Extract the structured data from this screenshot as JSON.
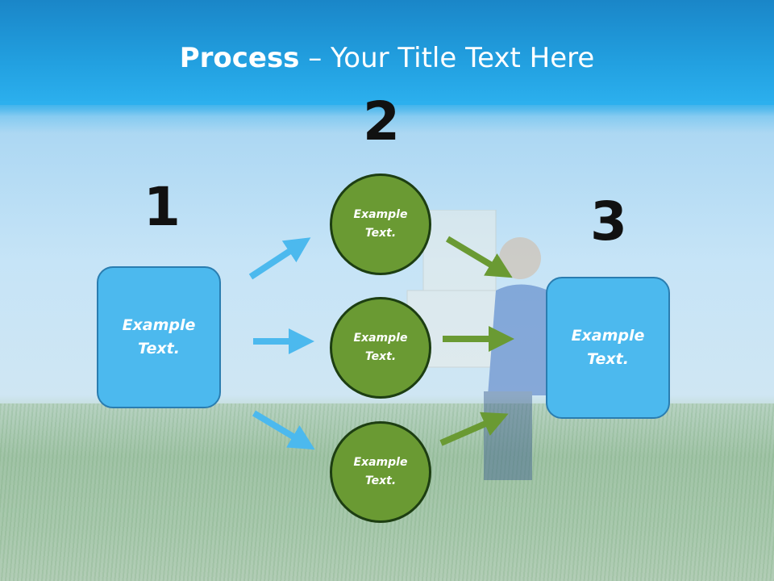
{
  "slide": {
    "title_bold": "Process",
    "title_rest": " – Your Title Text Here",
    "numbers": [
      "1",
      "2",
      "3"
    ],
    "left_box": "Example Text.",
    "right_box": "Example Text.",
    "circles": [
      "Example Text.",
      "Example Text.",
      "Example Text."
    ]
  },
  "colors": {
    "box_fill": "#4cb9ee",
    "circle_fill": "#6a9a33",
    "blue_arrow": "#4cb9ee",
    "green_arrow": "#6a9a33"
  }
}
